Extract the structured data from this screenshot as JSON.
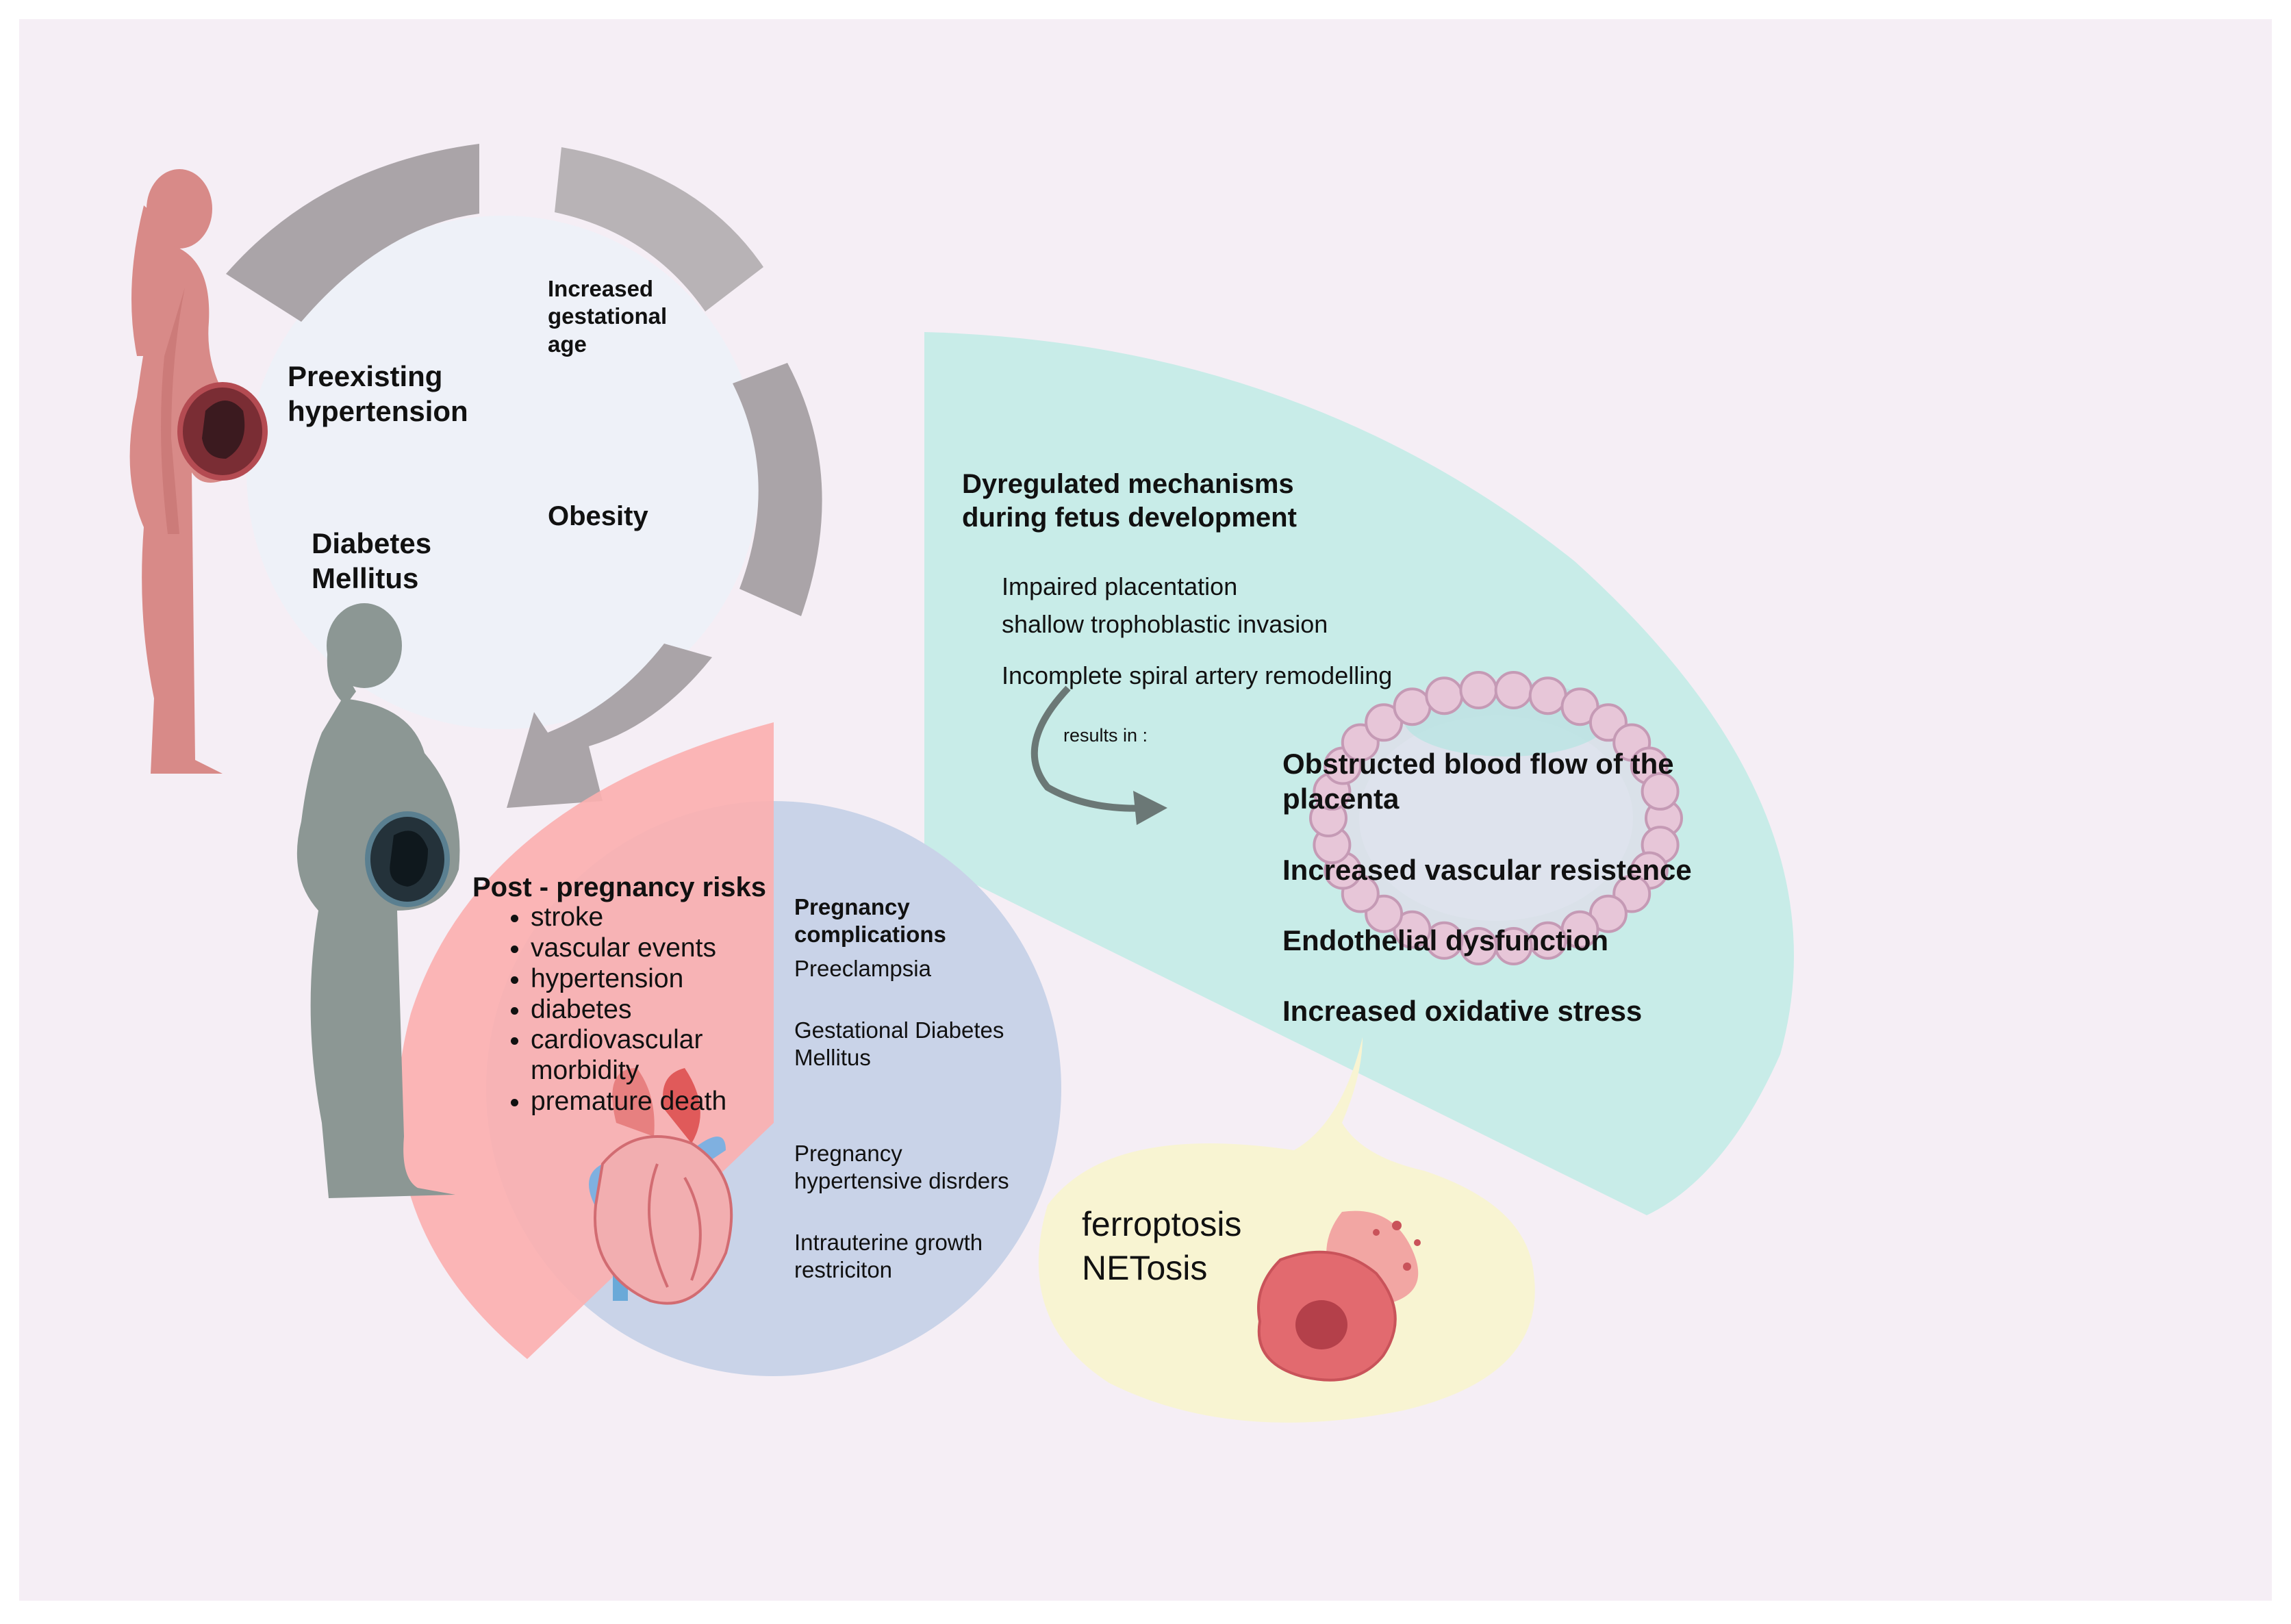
{
  "risk_factors": {
    "increased_age": "Increased\ngestational\nage",
    "preexisting_hypertension": "Preexisting\nhypertension",
    "obesity": "Obesity",
    "diabetes_mellitus": "Diabetes\nMellitus"
  },
  "mechanisms": {
    "title": "Dyregulated mechanisms\nduring fetus development",
    "items": [
      "Impaired placentation",
      "shallow trophoblastic invasion",
      "Incomplete spiral artery remodelling"
    ],
    "results_label": "results in :",
    "outcomes": [
      "Obstructed blood flow of the\nplacenta",
      "Increased vascular resistence",
      "Endothelial dysfunction",
      "Increased oxidative stress"
    ]
  },
  "post_pregnancy": {
    "title": "Post - pregnancy risks",
    "items": [
      "stroke",
      "vascular events",
      "hypertension",
      "diabetes",
      "cardiovascular\nmorbidity",
      "premature death"
    ]
  },
  "complications": {
    "title": "Pregnancy\ncomplications",
    "items": [
      "Preeclampsia",
      "Gestational Diabetes\nMellitus",
      "Pregnancy\nhypertensive disrders",
      "Intrauterine growth\nrestriciton"
    ]
  },
  "cell_death": {
    "items": [
      "ferroptosis",
      "NETosis"
    ]
  },
  "colors": {
    "background": "#f5eef5",
    "circle": "#eef1f8",
    "arrow": "#aaa4a8",
    "mechanisms_panel": "#c8ece8",
    "post_pregnancy_panel": "#fbb0b0",
    "complications_circle": "#c9d3e8",
    "cell_death_bubble": "#f8f4d2",
    "pregnant_woman_1": "#d88a88",
    "pregnant_woman_2": "#8c9794"
  }
}
